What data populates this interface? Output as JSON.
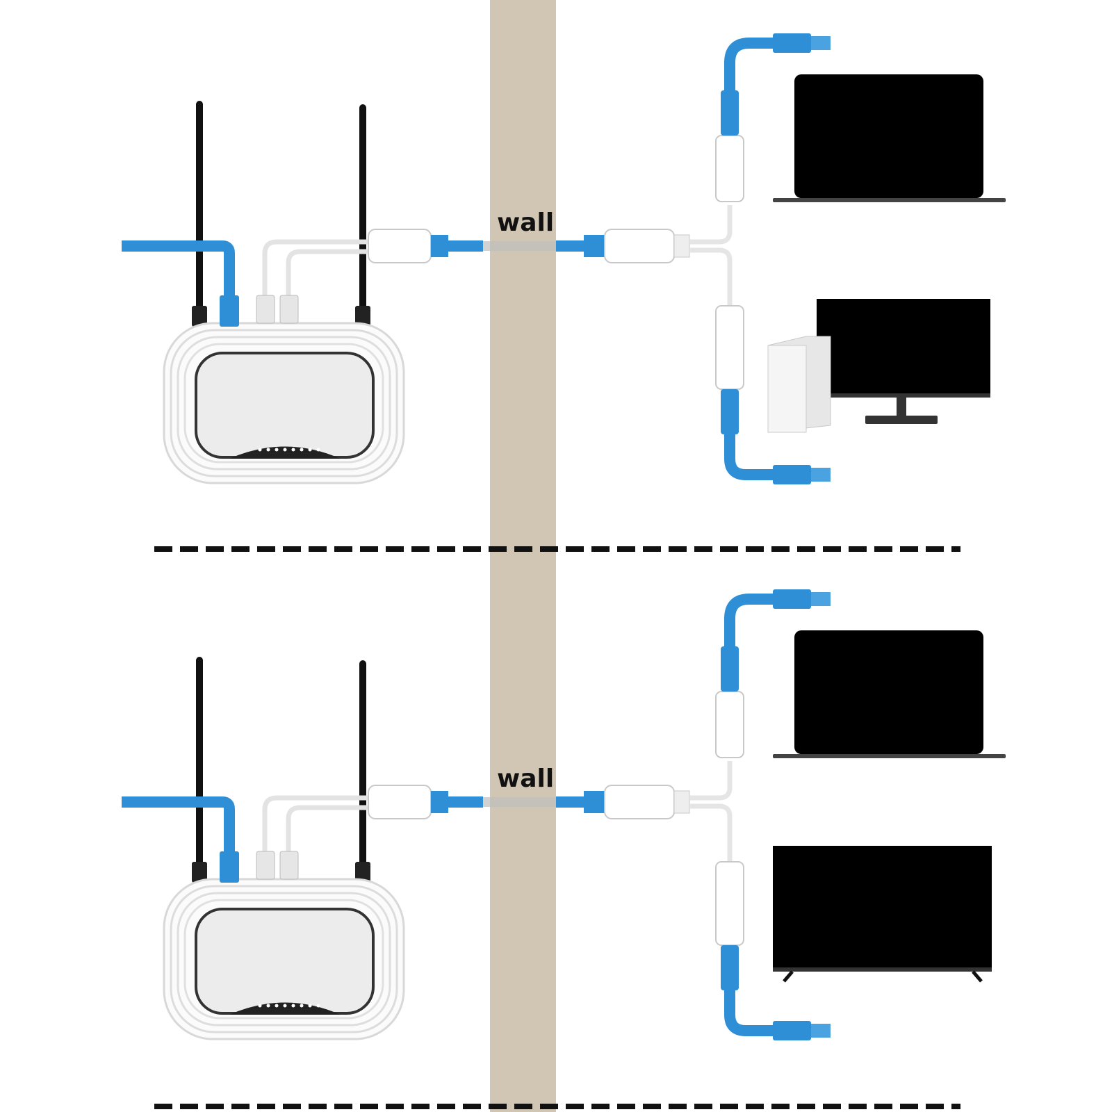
{
  "panels": [
    {
      "wall_label": "wall",
      "devices": [
        "laptop",
        "desktop-pc-with-monitor"
      ]
    },
    {
      "wall_label": "wall",
      "devices": [
        "laptop",
        "tv"
      ]
    }
  ],
  "colors": {
    "wall": "#d1c5b3",
    "cable_blue": "#2f8fd6",
    "cable_white": "#eeeeee",
    "device_black": "#000000",
    "divider": "#111111"
  }
}
